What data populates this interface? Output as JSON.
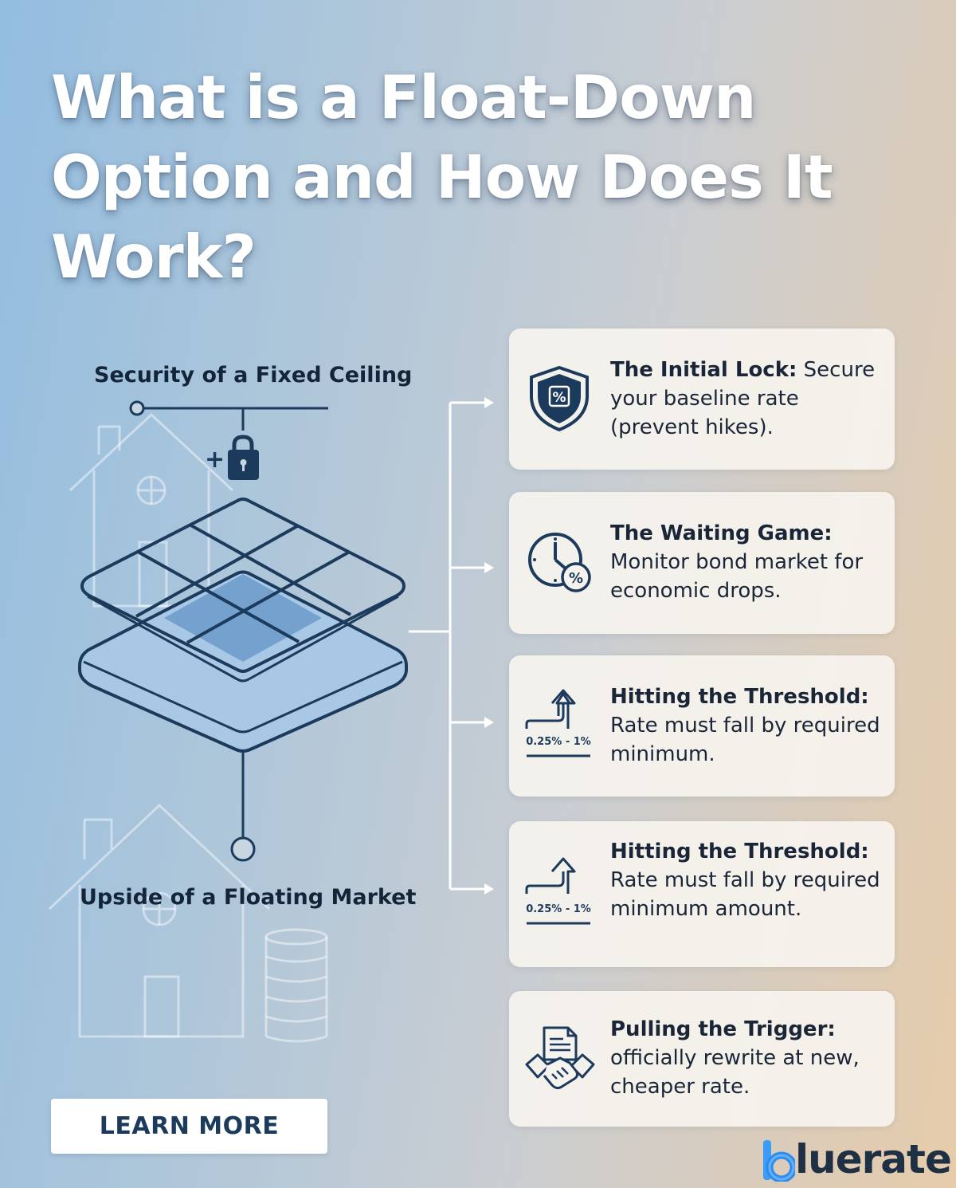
{
  "title": "What is a Float-Down Option and How Does It Work?",
  "illustration": {
    "label_top": "Security of a Fixed Ceiling",
    "label_bottom": "Upside of a Floating Market",
    "plus_sign": "+"
  },
  "steps": [
    {
      "heading": "The Initial Lock:",
      "body": " Secure your baseline rate (prevent hikes).",
      "icon": "shield-percent-icon",
      "icon_text": "%"
    },
    {
      "heading": "The Waiting Game:",
      "body": " Monitor bond market for economic drops.",
      "icon": "clock-percent-icon",
      "icon_text": "%"
    },
    {
      "heading": "Hitting the Threshold:",
      "body": " Rate must fall by required minimum.",
      "icon": "threshold-arrow-icon",
      "icon_text": "0.25% - 1%"
    },
    {
      "heading": "Hitting the Threshold:",
      "body": " Rate must fall by required minimum amount.",
      "icon": "threshold-arrow-icon",
      "icon_text": "0.25% - 1%"
    },
    {
      "heading": "Pulling the Trigger:",
      "body": " officially rewrite at new, cheaper rate.",
      "icon": "handshake-document-icon",
      "icon_text": ""
    }
  ],
  "cta": {
    "label": "LEARN MORE"
  },
  "brand": {
    "name": "luerate",
    "mark": "b",
    "color_primary": "#1f2f44",
    "color_accent": "#2d8cf0"
  },
  "colors": {
    "navy": "#1b3a5c",
    "grid_fill": "#a9c8e6",
    "card_bg": "#f6f3ee"
  }
}
